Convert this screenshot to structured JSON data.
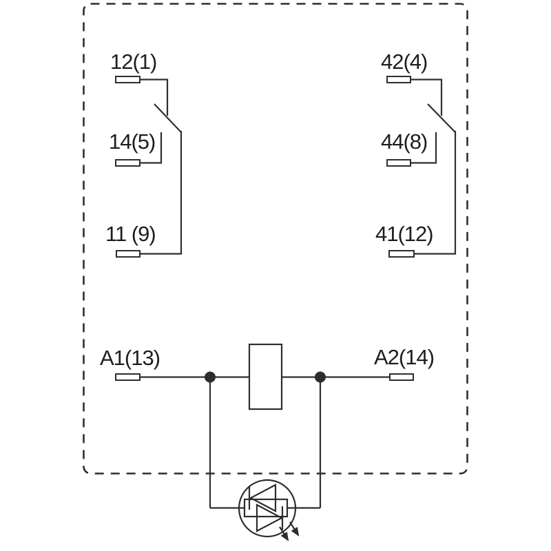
{
  "diagram": {
    "colors": {
      "line": "#2d2d2d",
      "text": "#1d1d1d",
      "fill": "#ffffff"
    },
    "pole1": {
      "nc_label": "12(1)",
      "no_label": "14(5)",
      "common_label": "11 (9)"
    },
    "pole2": {
      "nc_label": "42(4)",
      "no_label": "44(8)",
      "common_label": "41(12)"
    },
    "coil": {
      "a1_label": "A1(13)",
      "a2_label": "A2(14)"
    }
  }
}
